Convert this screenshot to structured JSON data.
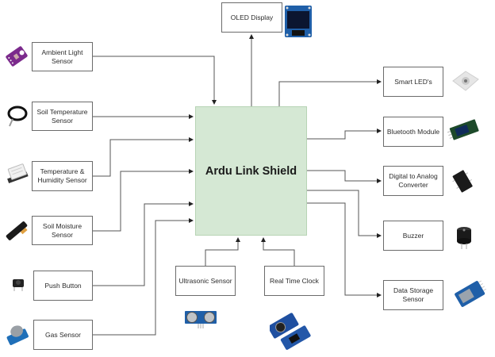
{
  "diagram": {
    "center": {
      "label": "Ardu Link Shield",
      "fill": "#d5e8d4"
    },
    "inputs_left": [
      {
        "id": "ambient-light-sensor",
        "label": "Ambient Light Sensor",
        "image": "ambient-light-sensor-module"
      },
      {
        "id": "soil-temperature-sensor",
        "label": "Soil Temperature Sensor",
        "image": "soil-temperature-probe"
      },
      {
        "id": "temperature-humidity-sensor",
        "label": "Temperature & Humidity Sensor",
        "image": "dht-sensor-module"
      },
      {
        "id": "soil-moisture-sensor",
        "label": "Soil Moisture Sensor",
        "image": "soil-moisture-probe"
      },
      {
        "id": "push-button",
        "label": "Push Button",
        "image": "tactile-push-button"
      },
      {
        "id": "gas-sensor",
        "label": "Gas Sensor",
        "image": "mq-gas-sensor-module"
      }
    ],
    "inputs_bottom": [
      {
        "id": "ultrasonic-sensor",
        "label": "Ultrasonic Sensor",
        "image": "hc-sr04-module"
      },
      {
        "id": "real-time-clock",
        "label": "Real Time Clock",
        "image": "ds3231-rtc-module"
      }
    ],
    "outputs_top": [
      {
        "id": "oled-display",
        "label": "OLED Display",
        "image": "oled-display-module"
      }
    ],
    "outputs_right": [
      {
        "id": "smart-leds",
        "label": "Smart LED's",
        "image": "ws2812-led"
      },
      {
        "id": "bluetooth-module",
        "label": "Bluetooth Module",
        "image": "hc05-bluetooth-module"
      },
      {
        "id": "dac",
        "label": "Digital to Analog Converter",
        "image": "dac-chip"
      },
      {
        "id": "buzzer",
        "label": "Buzzer",
        "image": "piezo-buzzer"
      },
      {
        "id": "data-storage-sensor",
        "label": "Data Storage Sensor",
        "image": "sd-card-module"
      }
    ]
  }
}
